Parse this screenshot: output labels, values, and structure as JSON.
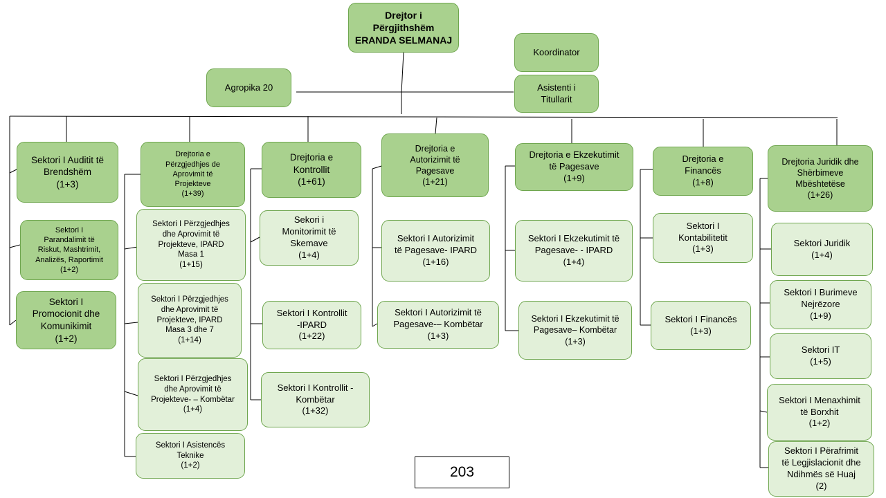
{
  "director": {
    "line1": "Drejtor i",
    "line2": "Përgjithshëm",
    "line3": "ERANDA SELMANAJ"
  },
  "koordinator": "Koordinator",
  "asistenti": {
    "line1": "Asistenti i",
    "line2": "Titullarit"
  },
  "agropika": "Agropika 20",
  "columns": {
    "auditi": {
      "head": {
        "lines": [
          "Sektori I Auditit të",
          "Brendshëm"
        ],
        "count": "(1+3)"
      },
      "subs": [
        {
          "lines": [
            "Sektori I",
            "Parandalimit të",
            "Riskut, Mashtrimit,",
            "Analizës, Raportimit"
          ],
          "count": "(1+2)"
        },
        {
          "lines": [
            "Sektori I",
            "Promocionit dhe",
            "Komunikimit"
          ],
          "count": "(1+2)"
        }
      ]
    },
    "perzgjedhja": {
      "head": {
        "lines": [
          "Drejtoria e",
          "Përzgjedhjes de",
          "Aprovimit të",
          "Projekteve"
        ],
        "count": "(1+39)"
      },
      "subs": [
        {
          "lines": [
            "Sektori I Përzgjedhjes",
            "dhe Aprovimit të",
            "Projekteve, IPARD",
            "Masa 1"
          ],
          "count": "(1+15)"
        },
        {
          "lines": [
            "Sektori I Përzgjedhjes",
            "dhe Aprovimit të",
            "Projekteve, IPARD",
            "Masa 3 dhe 7"
          ],
          "count": "(1+14)"
        },
        {
          "lines": [
            "Sektori I Përzgjedhjes",
            "dhe Aprovimit të",
            "Projekteve- – Kombëtar"
          ],
          "count": "(1+4)"
        },
        {
          "lines": [
            "Sektori I Asistencës",
            "Teknike"
          ],
          "count": "(1+2)"
        }
      ]
    },
    "kontrolli": {
      "head": {
        "lines": [
          "Drejtoria e",
          "Kontrollit"
        ],
        "count": "(1+61)"
      },
      "subs": [
        {
          "lines": [
            "Sekori i",
            "Monitorimit të",
            "Skemave"
          ],
          "count": "(1+4)"
        },
        {
          "lines": [
            "Sektori  I Kontrollit",
            "-IPARD"
          ],
          "count": "(1+22)"
        },
        {
          "lines": [
            "Sektori  I Kontrollit -",
            "Kombëtar"
          ],
          "count": "(1+32)"
        }
      ]
    },
    "autorizimi": {
      "head": {
        "lines": [
          "Drejtoria e",
          "Autorizimit të",
          "Pagesave"
        ],
        "count": "(1+21)"
      },
      "subs": [
        {
          "lines": [
            "Sektori I Autorizimit",
            "të Pagesave- IPARD"
          ],
          "count": "(1+16)"
        },
        {
          "lines": [
            "Sektori I Autorizimit të",
            "Pagesave-– Kombëtar"
          ],
          "count": "(1+3)"
        }
      ]
    },
    "ekzekutimi": {
      "head": {
        "lines": [
          "Drejtoria e Ekzekutimit",
          "të Pagesave"
        ],
        "count": "(1+9)"
      },
      "subs": [
        {
          "lines": [
            "Sektori I Ekzekutimit të",
            "Pagesave- - IPARD"
          ],
          "count": "(1+4)"
        },
        {
          "lines": [
            "Sektori I Ekzekutimit të",
            "Pagesave– Kombëtar"
          ],
          "count": "(1+3)"
        }
      ]
    },
    "financa": {
      "head": {
        "lines": [
          "Drejtoria e",
          "Financës"
        ],
        "count": "(1+8)"
      },
      "subs": [
        {
          "lines": [
            "Sektori I",
            "Kontabilitetit"
          ],
          "count": "(1+3)"
        },
        {
          "lines": [
            "Sektori I Financës"
          ],
          "count": "(1+3)"
        }
      ]
    },
    "juridik": {
      "head": {
        "lines": [
          "Drejtoria Juridik dhe",
          "Shërbimeve",
          "Mbështetëse"
        ],
        "count": "(1+26)"
      },
      "subs": [
        {
          "lines": [
            "Sektori Juridik"
          ],
          "count": "(1+4)"
        },
        {
          "lines": [
            "Sektori I Burimeve",
            "Nejrëzore"
          ],
          "count": "(1+9)"
        },
        {
          "lines": [
            "Sektori IT"
          ],
          "count": "(1+5)"
        },
        {
          "lines": [
            "Sektori I Menaxhimit",
            "të Borxhit"
          ],
          "count": "(1+2)"
        },
        {
          "lines": [
            "Sektori I Përafrimit",
            "të Legjislacionit dhe",
            "Ndihmës së Huaj"
          ],
          "count": "(2)"
        }
      ]
    }
  },
  "total": "203"
}
